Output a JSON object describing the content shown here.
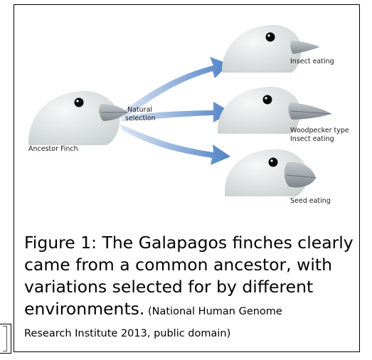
{
  "figure": {
    "labels": {
      "ancestor": "Ancestor Finch",
      "natural_1": "Natural",
      "natural_2": "selection",
      "insect": "Insect eating",
      "woodpecker_1": "Woodpecker type",
      "woodpecker_2": "Insect eating",
      "seed": "Seed eating"
    },
    "colors": {
      "head": "#e7eae9",
      "beak": "#9ea6ad",
      "arrow": "#4f82c6",
      "eye": "#0b0b0b"
    }
  },
  "caption": {
    "line1": "Figure 1: The Galapagos finches clearly",
    "line2": "came from a common ancestor, with",
    "line3": "variations selected for by different",
    "line4_main": "environments.",
    "line4_small": " (National Human Genome",
    "line5_small": "Research Institute 2013, public domain)"
  }
}
